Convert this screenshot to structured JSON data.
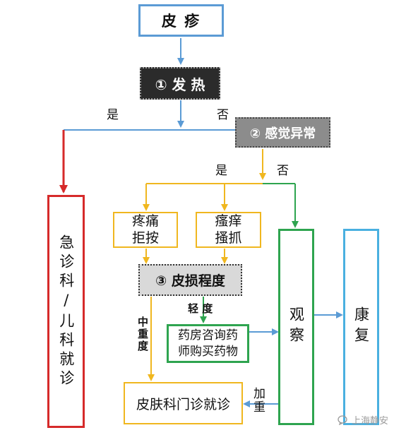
{
  "nodes": {
    "rash": "皮 疹",
    "fever": "① 发 热",
    "sensation": "② 感觉异常",
    "emergency": "急诊科/儿科就诊",
    "pain": [
      "疼痛",
      "拒按"
    ],
    "itch": [
      "瘙痒",
      "搔抓"
    ],
    "damage": "③ 皮损程度",
    "pharmacy": [
      "药房咨询药",
      "师购买药物"
    ],
    "observe": "观察",
    "recover": "康复",
    "derm": "皮肤科门诊就诊"
  },
  "edge_labels": {
    "yes_1": "是",
    "no_1": "否",
    "yes_2": "是",
    "no_2": "否",
    "mild": "轻 度",
    "severe": "中重度",
    "worse": "加重"
  },
  "watermark": "上海静安",
  "colors": {
    "blue": "#5b9bd5",
    "red": "#d62a2a",
    "yellow": "#f0b71f",
    "green": "#2ea44f",
    "cyan": "#4ab0e0",
    "dark": "#2b2b2b",
    "gray": "#8c8c8c",
    "lightgray": "#d9d9d9"
  }
}
